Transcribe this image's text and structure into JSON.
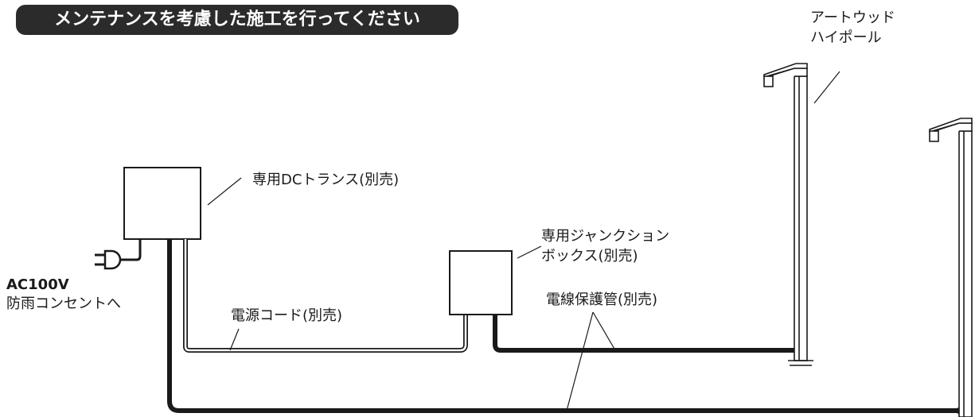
{
  "header": {
    "banner_text": "メンテナンスを考慮した施工を行ってください"
  },
  "labels": {
    "pole_line1": "アートウッド",
    "pole_line2": "ハイポール",
    "transformer": "専用DCトランス(別売)",
    "junction_line1": "専用ジャンクション",
    "junction_line2": "ボックス(別売)",
    "outlet_line1": "AC100V",
    "outlet_line2": "防雨コンセントへ",
    "power_cord": "電源コード(別売)",
    "conduit": "電線保護管(別売)"
  },
  "colors": {
    "banner_bg": "#2b2b2b",
    "banner_text": "#ffffff",
    "line": "#1a1a1a"
  }
}
